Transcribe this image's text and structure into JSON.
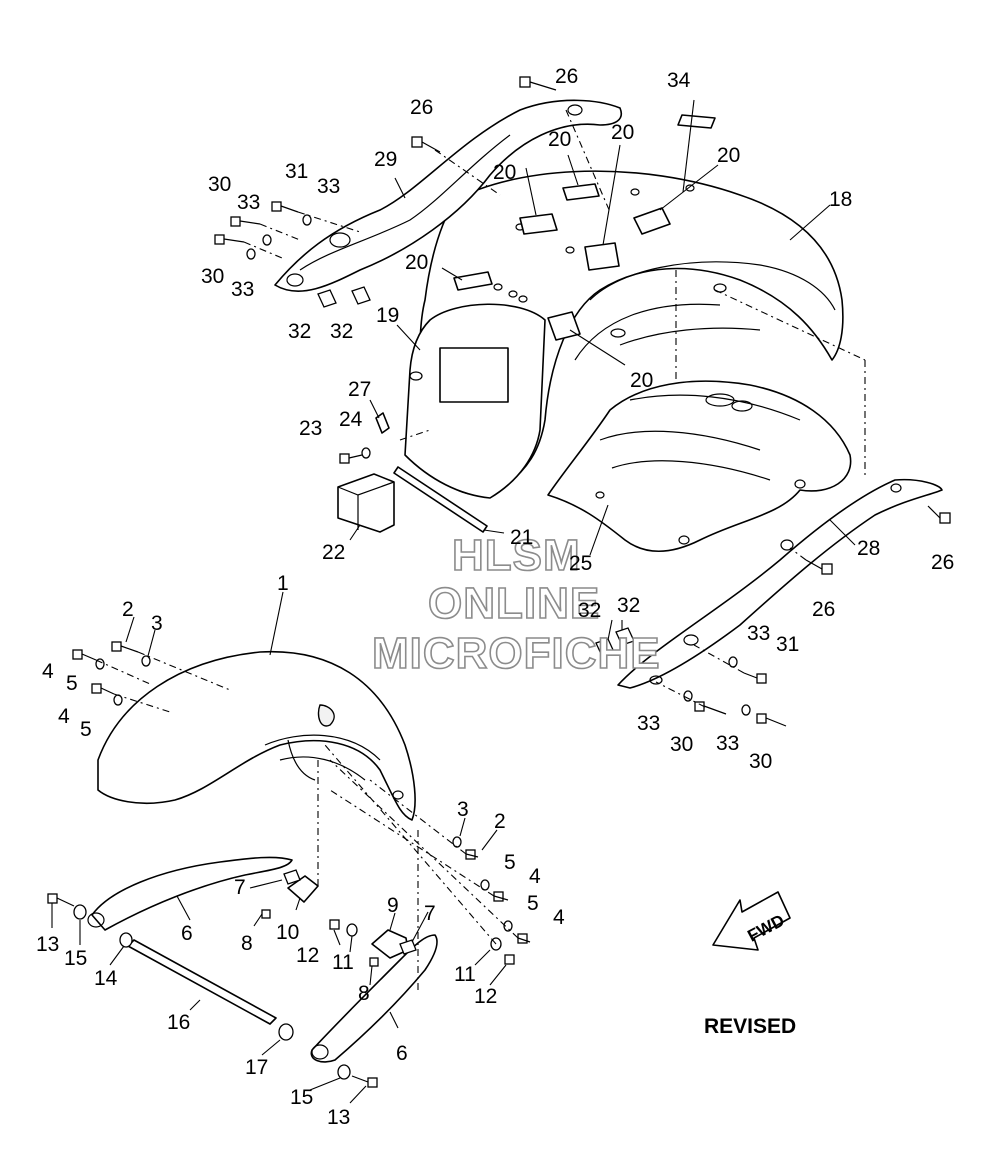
{
  "watermark": {
    "line1": "HLSM",
    "line2": "ONLINE",
    "line3": "MICROFICHE"
  },
  "revised_label": "REVISED",
  "fwd_label": "FWD",
  "callouts": {
    "c1": "1",
    "c2a": "2",
    "c2b": "2",
    "c3a": "3",
    "c3b": "3",
    "c4a": "4",
    "c4b": "4",
    "c4c": "4",
    "c4d": "4",
    "c5a": "5",
    "c5b": "5",
    "c5c": "5",
    "c5d": "5",
    "c6a": "6",
    "c6b": "6",
    "c7a": "7",
    "c7b": "7",
    "c8a": "8",
    "c8b": "8",
    "c9": "9",
    "c10": "10",
    "c11a": "11",
    "c11b": "11",
    "c12a": "12",
    "c12b": "12",
    "c13a": "13",
    "c13b": "13",
    "c14": "14",
    "c15a": "15",
    "c15b": "15",
    "c16": "16",
    "c17": "17",
    "c18": "18",
    "c19": "19",
    "c20a": "20",
    "c20b": "20",
    "c20c": "20",
    "c20d": "20",
    "c20e": "20",
    "c20f": "20",
    "c21": "21",
    "c22": "22",
    "c23": "23",
    "c24": "24",
    "c25": "25",
    "c26a": "26",
    "c26b": "26",
    "c26c": "26",
    "c26d": "26",
    "c27": "27",
    "c28": "28",
    "c29": "29",
    "c30a": "30",
    "c30b": "30",
    "c30c": "30",
    "c30d": "30",
    "c31a": "31",
    "c31b": "31",
    "c32a": "32",
    "c32b": "32",
    "c32c": "32",
    "c32d": "32",
    "c33a": "33",
    "c33b": "33",
    "c33c": "33",
    "c33d": "33",
    "c33e": "33",
    "c33f": "33",
    "c34": "34"
  }
}
